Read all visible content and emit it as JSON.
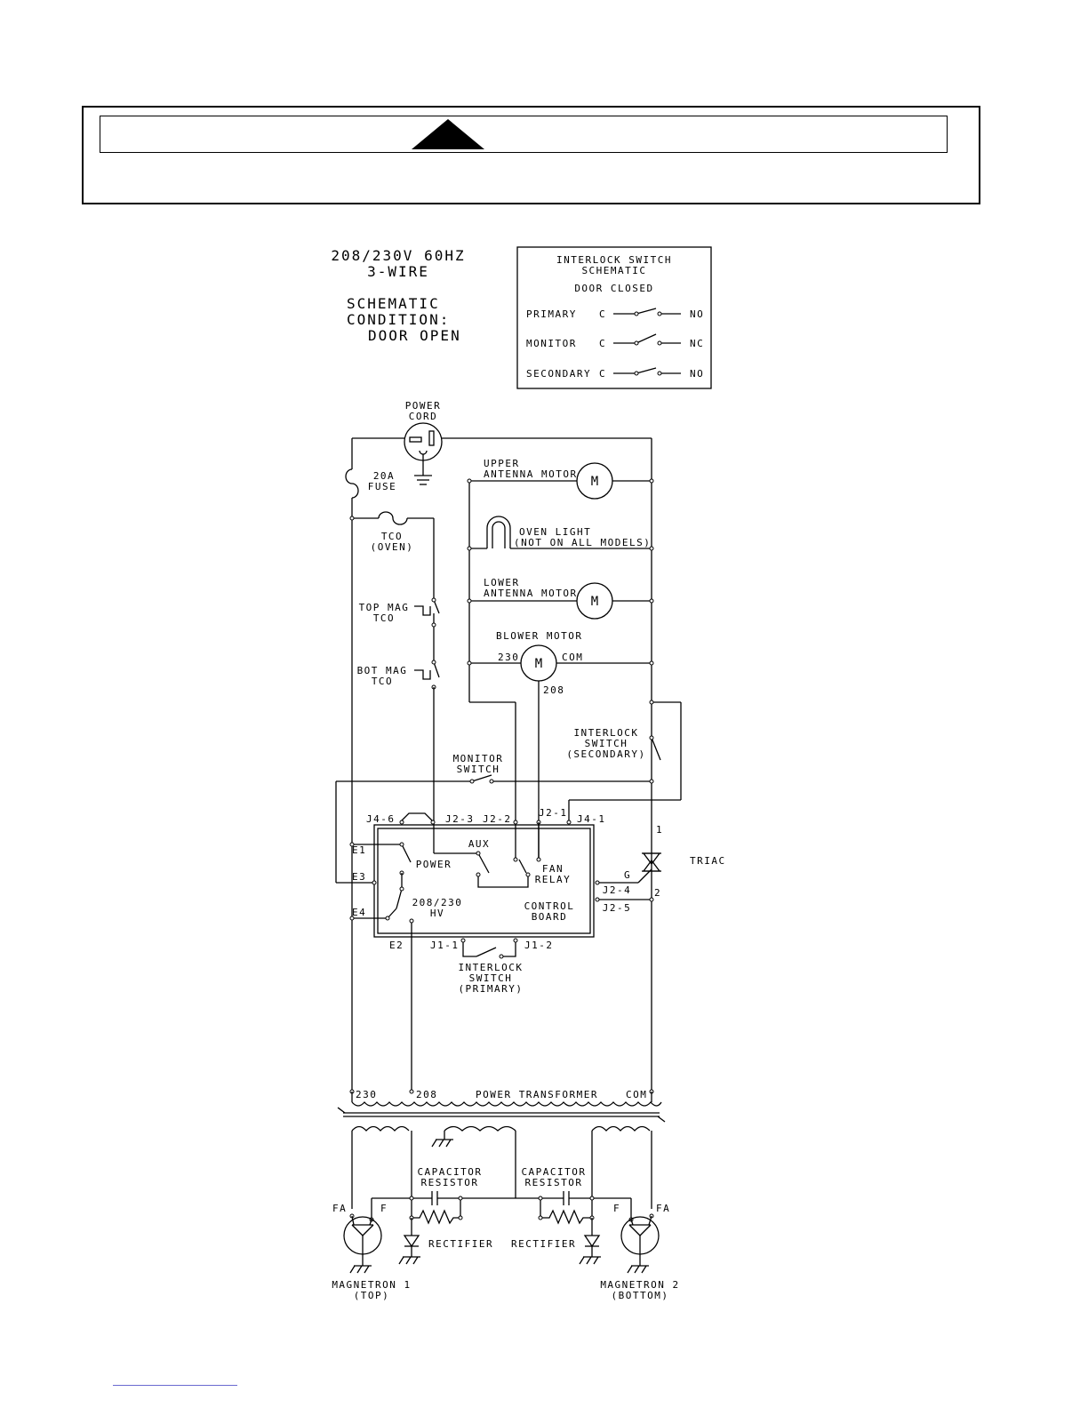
{
  "header": {
    "supply": [
      "208/230V 60HZ",
      "3-WIRE"
    ],
    "condition": [
      "SCHEMATIC",
      "CONDITION:",
      "DOOR OPEN"
    ]
  },
  "interlock_table": {
    "title": [
      "INTERLOCK SWITCH",
      "SCHEMATIC"
    ],
    "state": "DOOR CLOSED",
    "rows": [
      {
        "name": "PRIMARY",
        "common": "C",
        "contact": "NO"
      },
      {
        "name": "MONITOR",
        "common": "C",
        "contact": "NC"
      },
      {
        "name": "SECONDARY",
        "common": "C",
        "contact": "NO"
      }
    ]
  },
  "labels": {
    "power_cord": [
      "POWER",
      "CORD"
    ],
    "fuse": [
      "20A",
      "FUSE"
    ],
    "tco_oven": [
      "TCO",
      "(OVEN)"
    ],
    "top_mag_tco": [
      "TOP MAG",
      "TCO"
    ],
    "bot_mag_tco": [
      "BOT MAG",
      "TCO"
    ],
    "upper_antenna": [
      "UPPER",
      "ANTENNA MOTOR"
    ],
    "oven_light": [
      "OVEN LIGHT",
      "(NOT ON ALL MODELS)"
    ],
    "lower_antenna": [
      "LOWER",
      "ANTENNA MOTOR"
    ],
    "blower_motor": "BLOWER MOTOR",
    "blower_taps": [
      "230",
      "COM",
      "208"
    ],
    "motor_letter": "M",
    "interlock_secondary": [
      "INTERLOCK",
      "SWITCH",
      "(SECONDARY)"
    ],
    "monitor_switch": [
      "MONITOR",
      "SWITCH"
    ],
    "connectors_top": [
      "J4-6",
      "J2-3",
      "J2-2",
      "J2-1",
      "J4-1"
    ],
    "board_terminals": [
      "E1",
      "E3",
      "E4",
      "E2"
    ],
    "board_parts": [
      "AUX",
      "POWER",
      "FAN",
      "RELAY",
      "208/230",
      "HV",
      "CONTROL",
      "BOARD"
    ],
    "connectors_right": [
      "G",
      "J2-4",
      "J2-5"
    ],
    "connectors_bottom": [
      "J1-1",
      "J1-2"
    ],
    "interlock_primary": [
      "INTERLOCK",
      "SWITCH",
      "(PRIMARY)"
    ],
    "triac": "TRIAC",
    "triac_pins": [
      "1",
      "2"
    ],
    "transformer": [
      "230",
      "208",
      "POWER TRANSFORMER",
      "COM"
    ],
    "cap_res_left": [
      "CAPACITOR",
      "RESISTOR"
    ],
    "cap_res_right": [
      "CAPACITOR",
      "RESISTOR"
    ],
    "rectifier_left": "RECTIFIER",
    "rectifier_right": "RECTIFIER",
    "mag1_pins": [
      "FA",
      "F"
    ],
    "mag2_pins": [
      "F",
      "FA"
    ],
    "magnetron_1": [
      "MAGNETRON 1",
      "(TOP)"
    ],
    "magnetron_2": [
      "MAGNETRON 2",
      "(BOTTOM)"
    ]
  }
}
